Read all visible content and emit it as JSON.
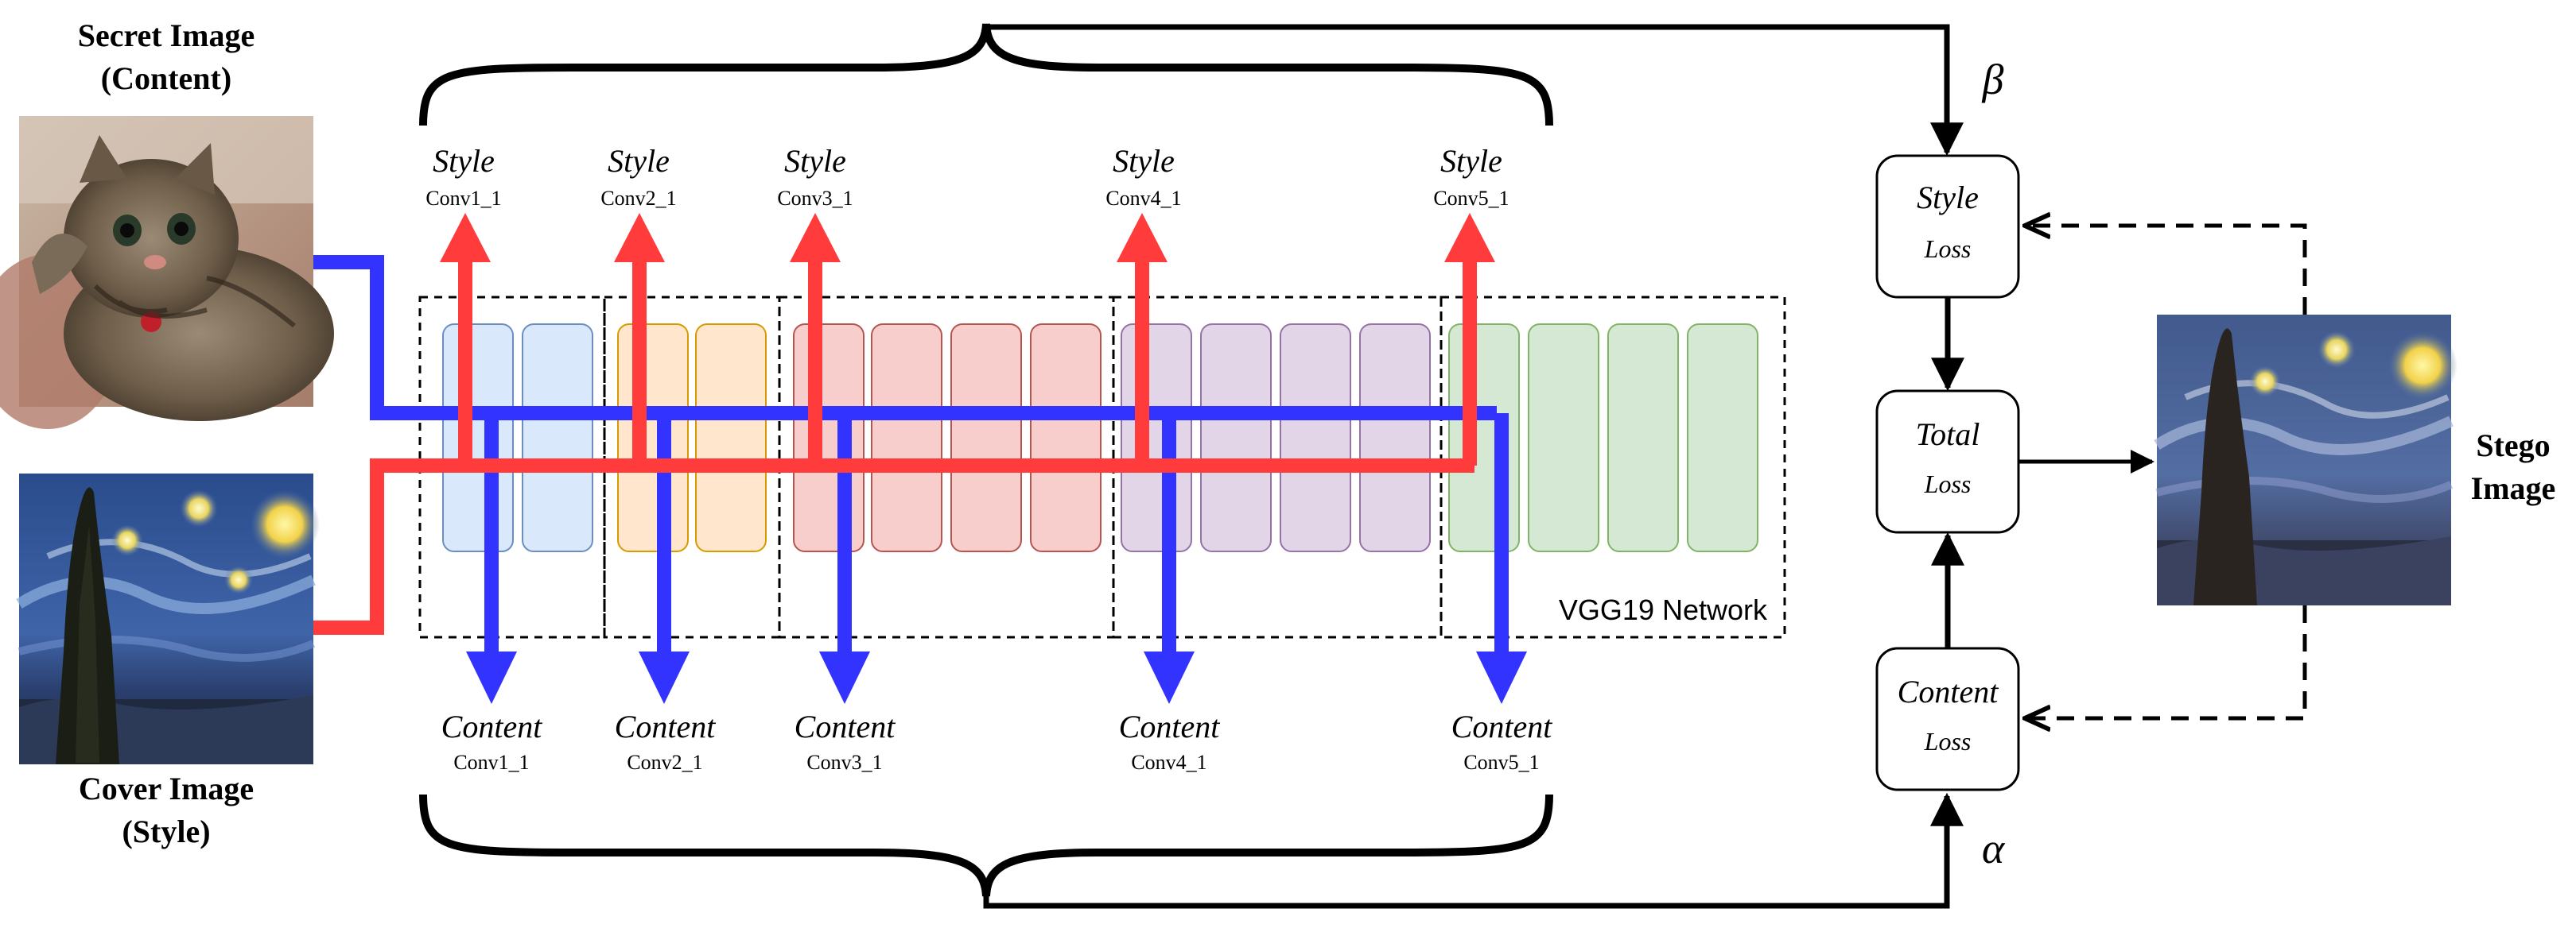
{
  "inputs": {
    "secret_line1": "Secret Image",
    "secret_line2": "(Content)",
    "cover_line1": "Cover Image",
    "cover_line2": "(Style)"
  },
  "output": {
    "line1": "Stego",
    "line2": "Image"
  },
  "network": {
    "label": "VGG19 Network",
    "block_colors": [
      {
        "fill": "#dae8fc",
        "stroke": "#6c8ebf"
      },
      {
        "fill": "#ffe6cc",
        "stroke": "#d79b00"
      },
      {
        "fill": "#f8cecc",
        "stroke": "#b85450"
      },
      {
        "fill": "#e1d5e7",
        "stroke": "#9673a6"
      },
      {
        "fill": "#d5e8d4",
        "stroke": "#82b366"
      }
    ]
  },
  "style_layers": [
    {
      "title": "Style",
      "layer": "Conv1_1"
    },
    {
      "title": "Style",
      "layer": "Conv2_1"
    },
    {
      "title": "Style",
      "layer": "Conv3_1"
    },
    {
      "title": "Style",
      "layer": "Conv4_1"
    },
    {
      "title": "Style",
      "layer": "Conv5_1"
    }
  ],
  "content_layers": [
    {
      "title": "Content",
      "layer": "Conv1_1"
    },
    {
      "title": "Content",
      "layer": "Conv2_1"
    },
    {
      "title": "Content",
      "layer": "Conv3_1"
    },
    {
      "title": "Content",
      "layer": "Conv4_1"
    },
    {
      "title": "Content",
      "layer": "Conv5_1"
    }
  ],
  "losses": {
    "style_main": "Style",
    "style_sub": "Loss",
    "total_main": "Total",
    "total_sub": "Loss",
    "content_main": "Content",
    "content_sub": "Loss"
  },
  "weights": {
    "beta": "β",
    "alpha": "α"
  },
  "colors": {
    "style_arrow": "#ff3b3b",
    "content_arrow": "#3333ff"
  }
}
